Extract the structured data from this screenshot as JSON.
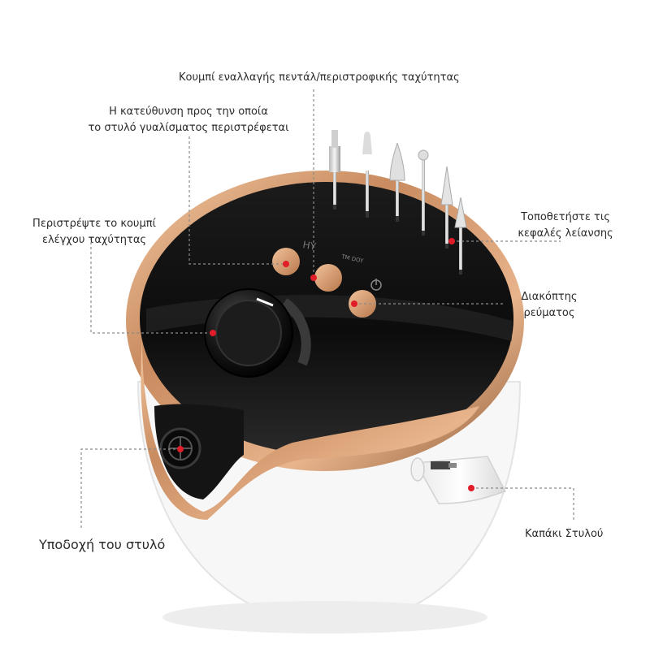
{
  "labels": {
    "pedal_switch": "Κουμπί εναλλαγής πεντάλ/περιστροφικής ταχύτητας",
    "direction_line1": "Η κατεύθυνση προς την οποία",
    "direction_line2": "το στυλό γυαλίσματος περιστρέφεται",
    "speed_knob_line1": "Περιστρέψτε το κουμπί",
    "speed_knob_line2": "ελέγχου ταχύτητας",
    "heads_line1": "Τοποθετήστε τις",
    "heads_line2": "κεφαλές λείανσης",
    "power_line1": "Διακόπτης",
    "power_line2": "ρεύματος",
    "pen_holder": "Υποδοχή του στυλό",
    "pen_cap": "Καπάκι Στυλού"
  },
  "device": {
    "button_left_text": "HY",
    "button_mid_text": "TM DOY"
  },
  "colors": {
    "rose_gold": "#c98b5f",
    "body_black": "#111111",
    "marker_red": "#e11d2a",
    "leader_line": "#8a8a8a"
  }
}
